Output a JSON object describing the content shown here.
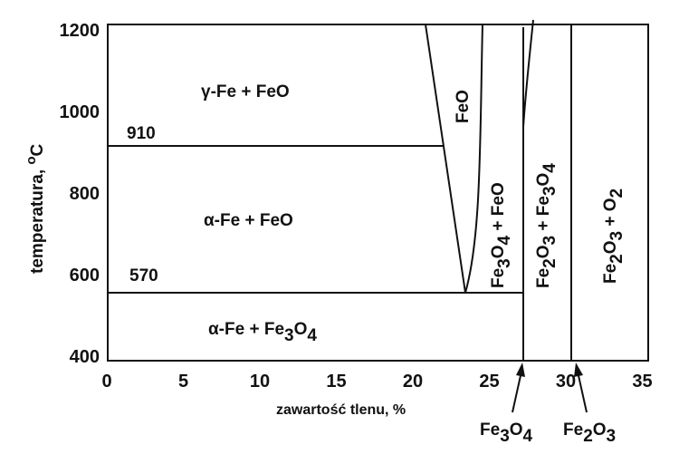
{
  "chart_data": {
    "type": "phase-diagram",
    "title": "",
    "xlabel": "zawartość tlenu, %",
    "ylabel": "temperatura, oC",
    "xlim": [
      0,
      35
    ],
    "ylim": [
      400,
      1200
    ],
    "x_ticks": [
      "0",
      "5",
      "10",
      "15",
      "20",
      "25",
      "30",
      "35"
    ],
    "y_ticks": [
      "400",
      "600",
      "800",
      "1000",
      "1200"
    ],
    "isotherms": [
      {
        "label": "910",
        "temperature": 910,
        "x_range": [
          0,
          22
        ]
      },
      {
        "label": "570",
        "temperature": 570,
        "x_range": [
          0,
          27.6
        ]
      }
    ],
    "boundaries": [
      {
        "name": "FeO-left",
        "points": [
          [
            21,
            1200
          ],
          [
            23.6,
            570
          ]
        ]
      },
      {
        "name": "FeO-right",
        "points": [
          [
            24.7,
            1200
          ],
          [
            24.5,
            900
          ],
          [
            24.2,
            700
          ],
          [
            23.6,
            570
          ]
        ]
      },
      {
        "name": "Fe3O4",
        "points": [
          [
            27.6,
            400
          ],
          [
            27.6,
            1000
          ],
          [
            28.2,
            1200
          ]
        ]
      },
      {
        "name": "Fe2O3",
        "points": [
          [
            30.6,
            400
          ],
          [
            30.6,
            1200
          ]
        ]
      }
    ],
    "regions": [
      {
        "label": "γ-Fe + FeO",
        "orientation": "horizontal"
      },
      {
        "label": "α-Fe + FeO",
        "orientation": "horizontal"
      },
      {
        "label": "α-Fe + Fe3O4",
        "orientation": "horizontal"
      },
      {
        "label": "FeO",
        "orientation": "vertical"
      },
      {
        "label": "Fe3O4 + FeO",
        "orientation": "vertical"
      },
      {
        "label": "Fe2O3 + Fe3O4",
        "orientation": "vertical"
      },
      {
        "label": "Fe2O3 + O2",
        "orientation": "vertical"
      }
    ],
    "annotations": [
      {
        "label": "Fe3O4",
        "x": 27.6
      },
      {
        "label": "Fe2O3",
        "x": 30.6
      }
    ]
  },
  "ylabel_text": "temperatura, ",
  "ylabel_sup": "o",
  "ylabel_unit": "C"
}
